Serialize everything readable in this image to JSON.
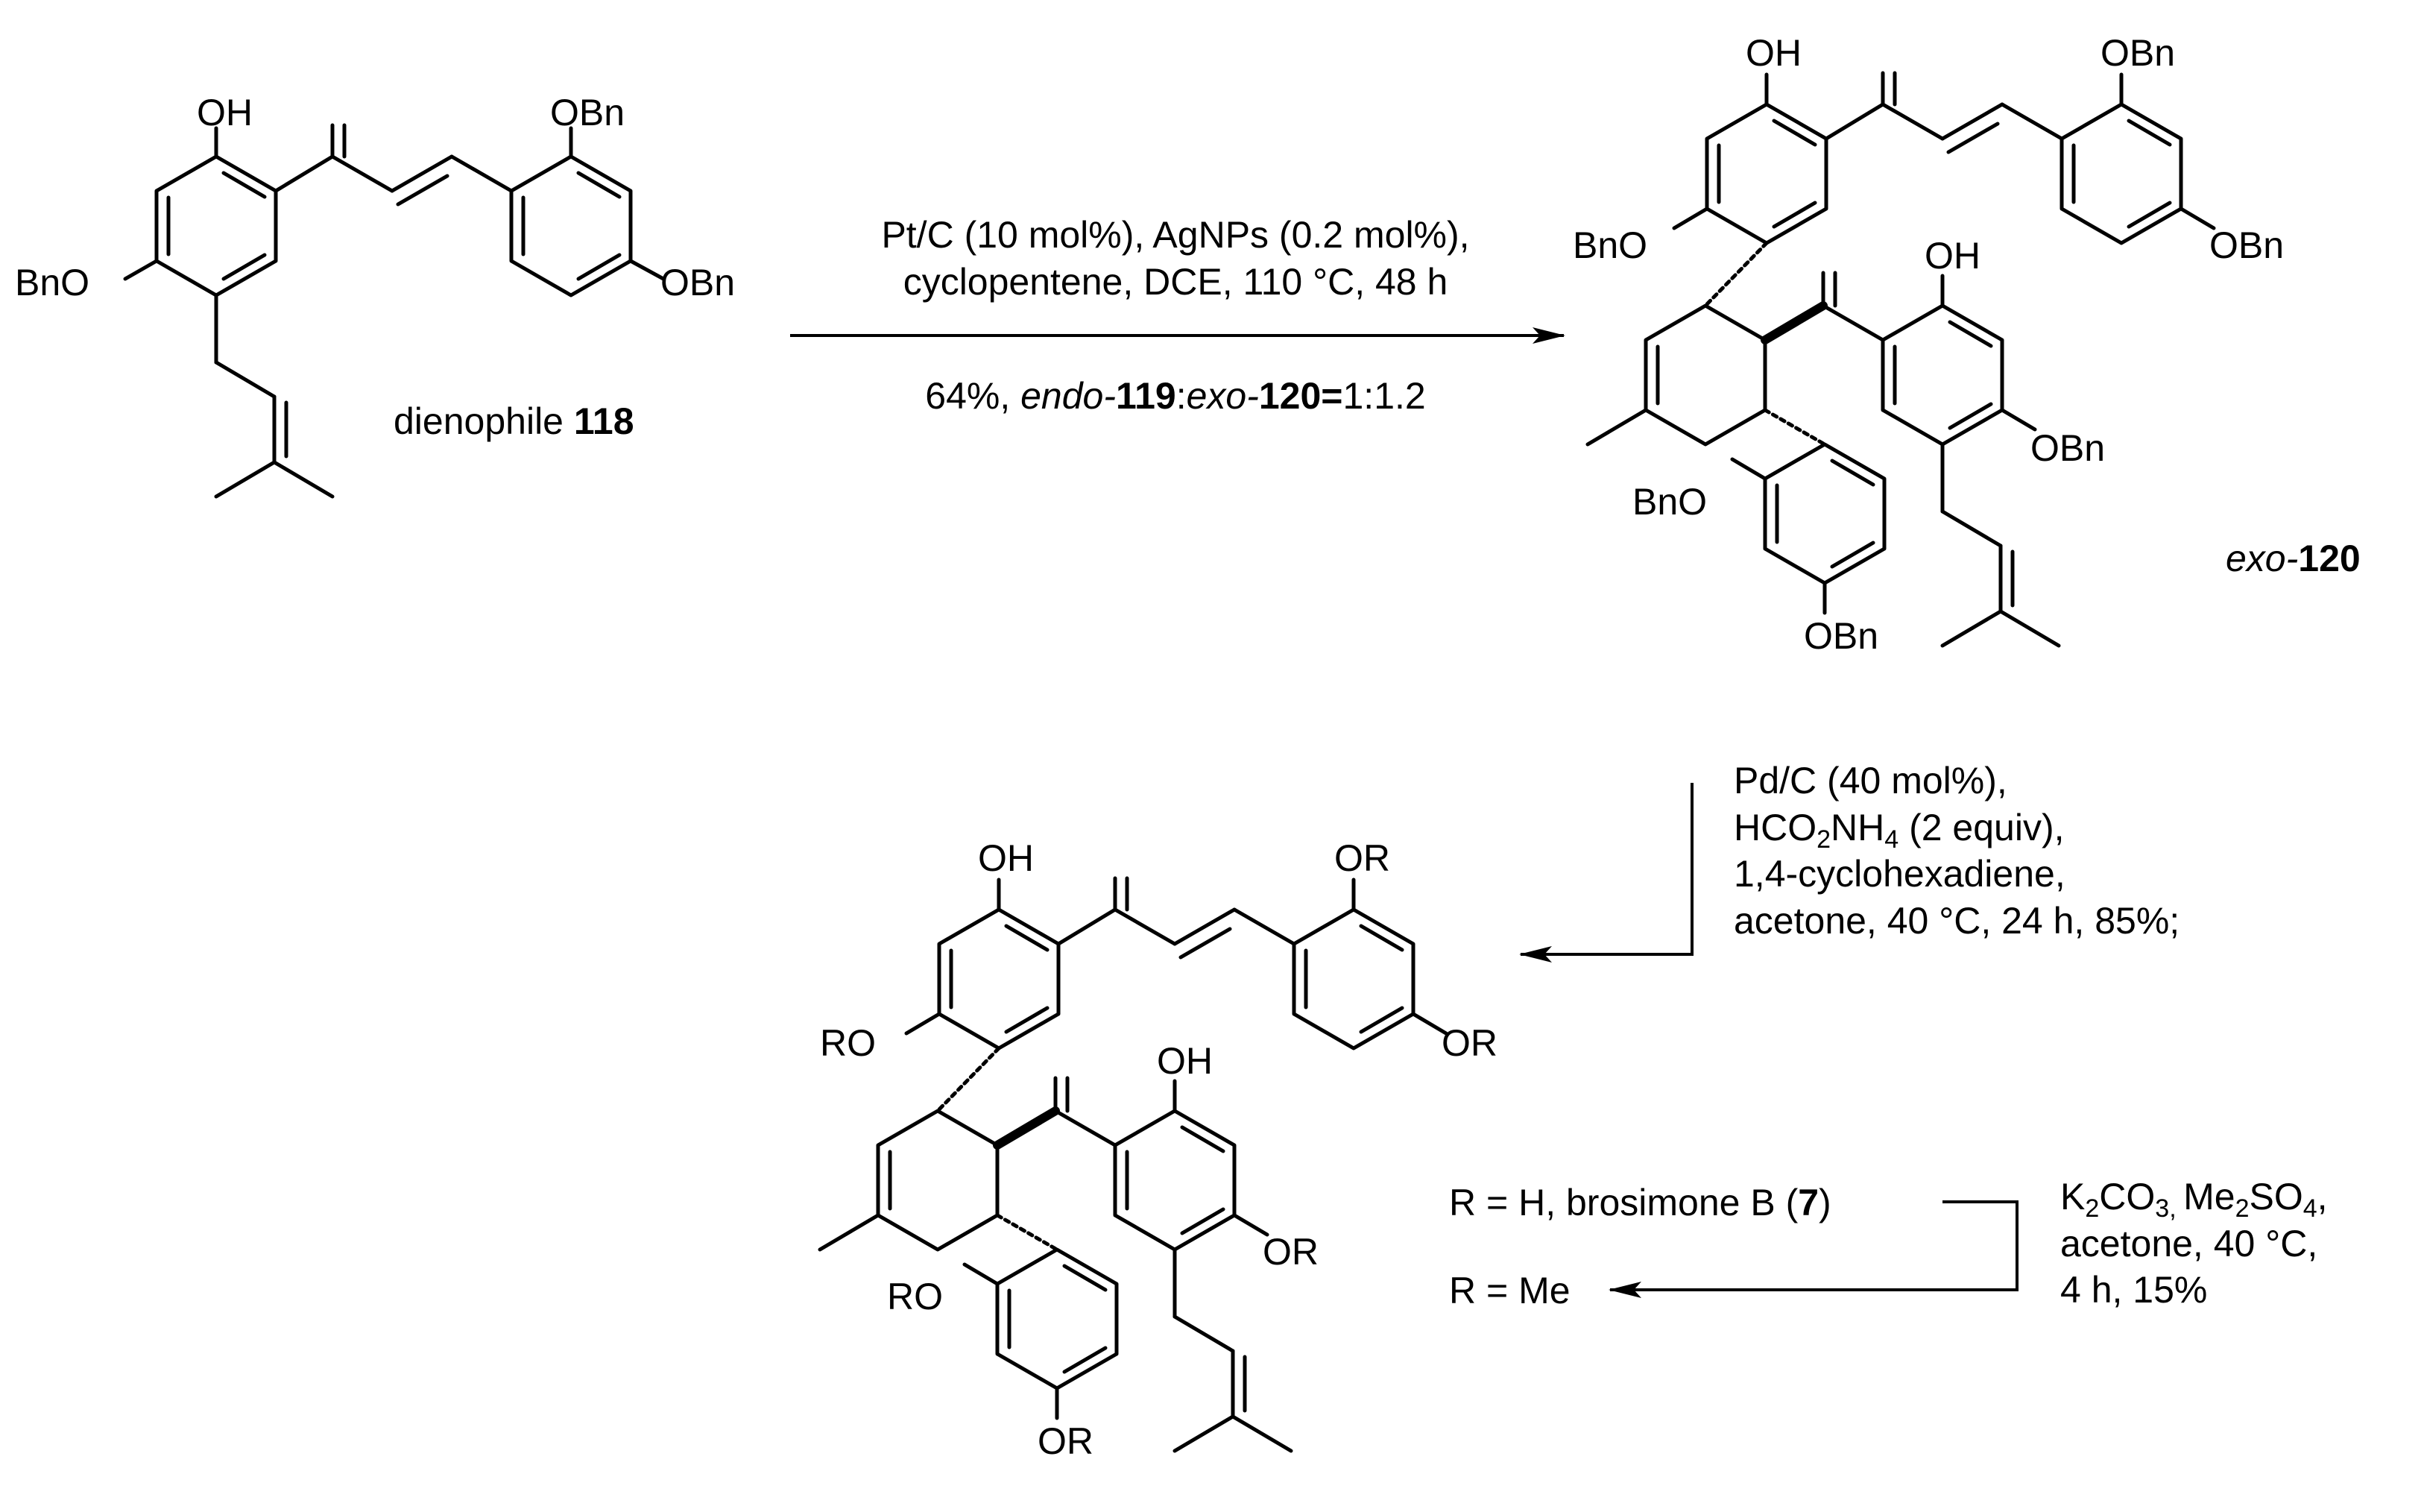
{
  "colors": {
    "ink": "#000000",
    "background": "#ffffff"
  },
  "step1": {
    "conditions_line1": "Pt/C (10 mol%), AgNPs (0.2 mol%),",
    "conditions_line2": "cyclopentene, DCE, 110 °C, 48 h",
    "yield_prefix": "64%, ",
    "endo_prefix": "endo-",
    "endo_number": "119",
    "ratio_sep": ":",
    "exo_prefix": "exo-",
    "exo_number": "120",
    "ratio_suffix": "=",
    "ratio_value": "1:1.2"
  },
  "dienophile": {
    "label": "dienophile ",
    "number": "118",
    "groups": {
      "oh": "OH",
      "obn_top": "OBn",
      "obn_right": "OBn",
      "bno_left": "BnO"
    }
  },
  "exo_product": {
    "label_prefix": "exo-",
    "label_number": "120",
    "groups": {
      "oh_top": "OH",
      "obn_top": "OBn",
      "bno_left": "BnO",
      "obn_right": "OBn",
      "oh_mid": "OH",
      "obn_mid": "OBn",
      "bno_low": "BnO",
      "obn_bottom": "OBn"
    }
  },
  "step2": {
    "line1": "Pd/C (40 mol%),",
    "line2_a": "HCO",
    "line2_sub1": "2",
    "line2_b": "NH",
    "line2_sub2": "4",
    "line2_c": " (2 equiv),",
    "line3": "1,4-cyclohexadiene,",
    "line4": "acetone, 40 °C, 24 h, 85%;"
  },
  "final_product": {
    "groups": {
      "oh_top": "OH",
      "or_top": "OR",
      "ro_left": "RO",
      "or_right": "OR",
      "oh_mid": "OH",
      "or_mid": "OR",
      "ro_low": "RO",
      "or_bottom": "OR"
    },
    "r_h_prefix": "R = H, brosimone B (",
    "r_h_number": "7",
    "r_h_suffix": ")",
    "r_me": "R = Me"
  },
  "step3": {
    "line1_a": "K",
    "line1_sub1": "2",
    "line1_b": "CO",
    "line1_sub2": "3, ",
    "line1_c": "Me",
    "line1_sub3": "2",
    "line1_d": "SO",
    "line1_sub4": "4",
    "line1_e": ",",
    "line2": "acetone, 40 °C,",
    "line3": "4 h, 15%"
  }
}
